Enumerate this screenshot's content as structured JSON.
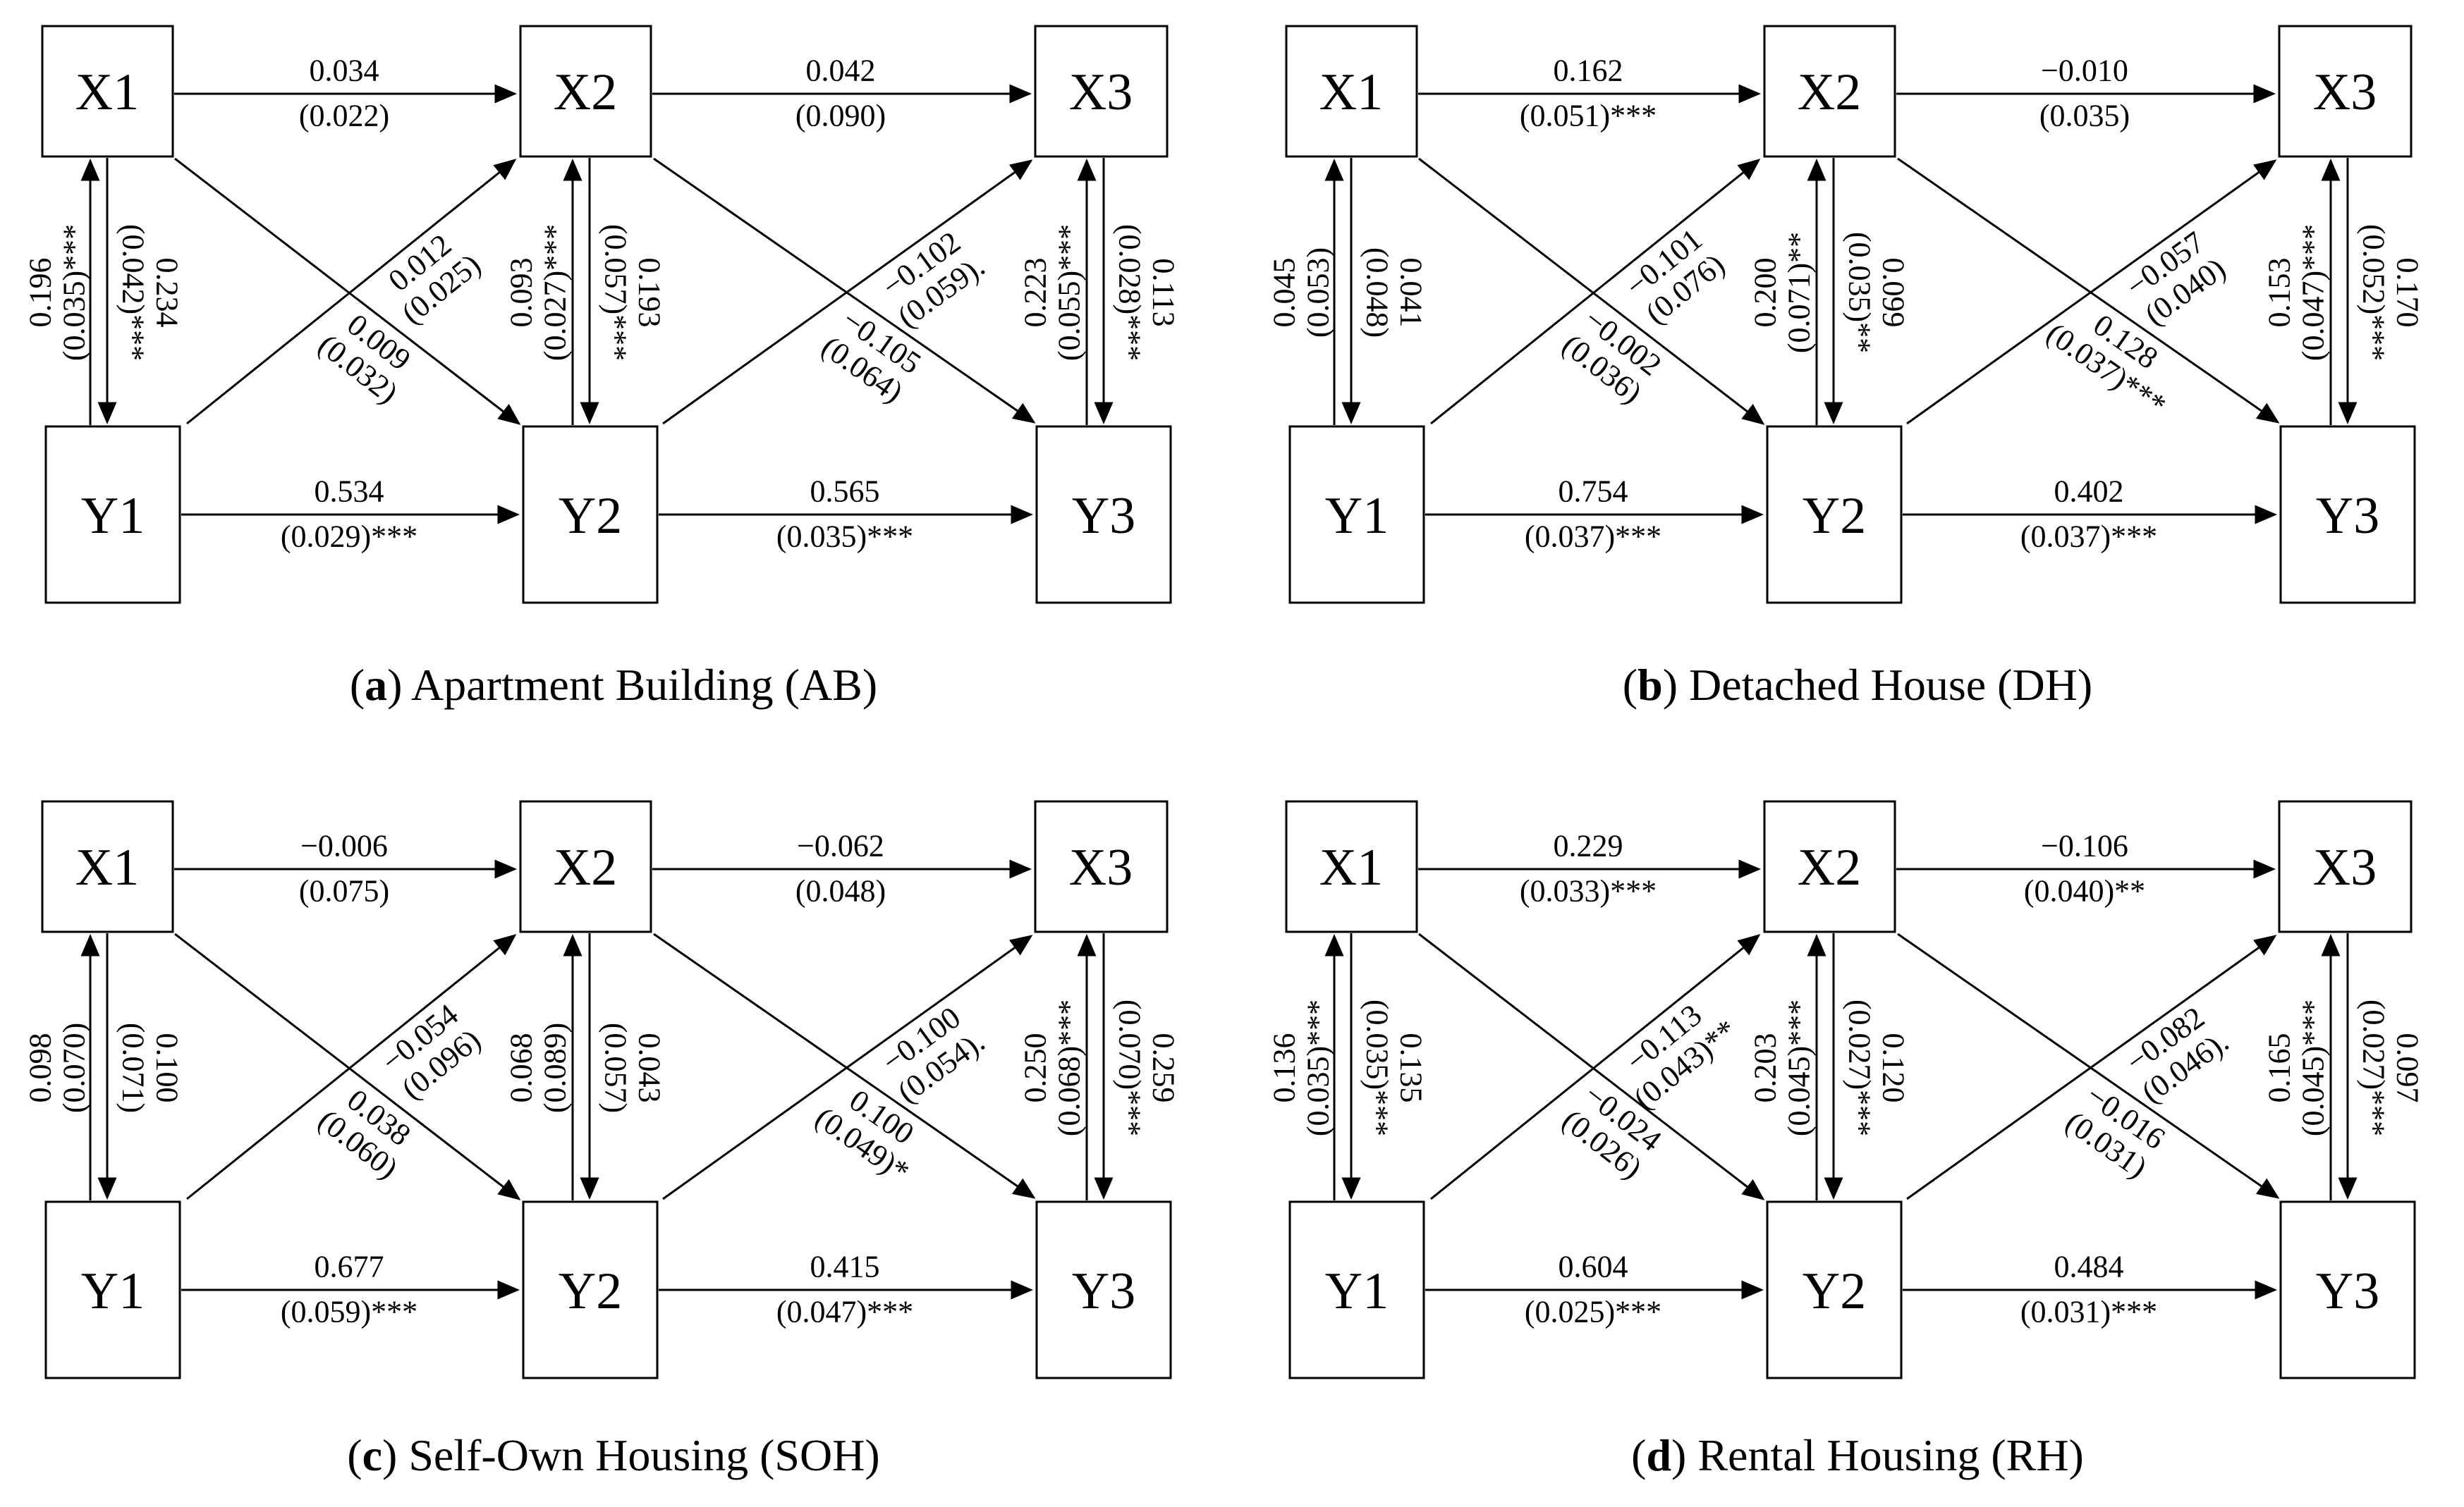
{
  "figure": {
    "panels": [
      {
        "caption": {
          "open": "(",
          "letter": "a",
          "close": ") ",
          "title": "Apartment Building (AB)"
        },
        "nodes": {
          "x1": "X1",
          "x2": "X2",
          "x3": "X3",
          "y1": "Y1",
          "y2": "Y2",
          "y3": "Y3"
        },
        "edges": {
          "x1_x2": {
            "val": "0.034",
            "se": "(0.022)"
          },
          "x2_x3": {
            "val": "0.042",
            "se": "(0.090)"
          },
          "y1_y2": {
            "val": "0.534",
            "se": "(0.029)***"
          },
          "y2_y3": {
            "val": "0.565",
            "se": "(0.035)***"
          },
          "y1_x1_up": {
            "val": "0.196",
            "se": "(0.035)***"
          },
          "x1_y1_down": {
            "val": "0.234",
            "se": "(0.042)***"
          },
          "y2_x2_up": {
            "val": "0.093",
            "se": "(0.027)***"
          },
          "x2_y2_down": {
            "val": "0.193",
            "se": "(0.057)***"
          },
          "y3_x3_up": {
            "val": "0.223",
            "se": "(0.055)***"
          },
          "x3_y3_down": {
            "val": "0.113",
            "se": "(0.028)***"
          },
          "y1_x2_diag": {
            "val": "0.012",
            "se": "(0.025)"
          },
          "x1_y2_diag": {
            "val": "0.009",
            "se": "(0.032)"
          },
          "y2_x3_diag": {
            "val": "−0.102",
            "se": "(0.059)."
          },
          "x2_y3_diag": {
            "val": "−0.105",
            "se": "(0.064)"
          }
        }
      },
      {
        "caption": {
          "open": "(",
          "letter": "b",
          "close": ") ",
          "title": "Detached House (DH)"
        },
        "nodes": {
          "x1": "X1",
          "x2": "X2",
          "x3": "X3",
          "y1": "Y1",
          "y2": "Y2",
          "y3": "Y3"
        },
        "edges": {
          "x1_x2": {
            "val": "0.162",
            "se": "(0.051)***"
          },
          "x2_x3": {
            "val": "−0.010",
            "se": "(0.035)"
          },
          "y1_y2": {
            "val": "0.754",
            "se": "(0.037)***"
          },
          "y2_y3": {
            "val": "0.402",
            "se": "(0.037)***"
          },
          "y1_x1_up": {
            "val": "0.045",
            "se": "(0.053)"
          },
          "x1_y1_down": {
            "val": "0.041",
            "se": "(0.048)"
          },
          "y2_x2_up": {
            "val": "0.200",
            "se": "(0.071)**"
          },
          "x2_y2_down": {
            "val": "0.099",
            "se": "(0.035)**"
          },
          "y3_x3_up": {
            "val": "0.153",
            "se": "(0.047)***"
          },
          "x3_y3_down": {
            "val": "0.170",
            "se": "(0.052)***"
          },
          "y1_x2_diag": {
            "val": "−0.101",
            "se": "(0.076)"
          },
          "x1_y2_diag": {
            "val": "−0.002",
            "se": "(0.036)"
          },
          "y2_x3_diag": {
            "val": "−0.057",
            "se": "(0.040)"
          },
          "x2_y3_diag": {
            "val": "0.128",
            "se": "(0.037)***"
          }
        }
      },
      {
        "caption": {
          "open": "(",
          "letter": "c",
          "close": ") ",
          "title": "Self-Own Housing (SOH)"
        },
        "nodes": {
          "x1": "X1",
          "x2": "X2",
          "x3": "X3",
          "y1": "Y1",
          "y2": "Y2",
          "y3": "Y3"
        },
        "edges": {
          "x1_x2": {
            "val": "−0.006",
            "se": "(0.075)"
          },
          "x2_x3": {
            "val": "−0.062",
            "se": "(0.048)"
          },
          "y1_y2": {
            "val": "0.677",
            "se": "(0.059)***"
          },
          "y2_y3": {
            "val": "0.415",
            "se": "(0.047)***"
          },
          "y1_x1_up": {
            "val": "0.098",
            "se": "(0.070)"
          },
          "x1_y1_down": {
            "val": "0.100",
            "se": "(0.071)"
          },
          "y2_x2_up": {
            "val": "0.068",
            "se": "(0.089)"
          },
          "x2_y2_down": {
            "val": "0.043",
            "se": "(0.057)"
          },
          "y3_x3_up": {
            "val": "0.250",
            "se": "(0.068)***"
          },
          "x3_y3_down": {
            "val": "0.259",
            "se": "(0.070)***"
          },
          "y1_x2_diag": {
            "val": "−0.054",
            "se": "(0.096)"
          },
          "x1_y2_diag": {
            "val": "0.038",
            "se": "(0.060)"
          },
          "y2_x3_diag": {
            "val": "−0.100",
            "se": "(0.054)."
          },
          "x2_y3_diag": {
            "val": "0.100",
            "se": "(0.049)*"
          }
        }
      },
      {
        "caption": {
          "open": "(",
          "letter": "d",
          "close": ") ",
          "title": "Rental Housing (RH)"
        },
        "nodes": {
          "x1": "X1",
          "x2": "X2",
          "x3": "X3",
          "y1": "Y1",
          "y2": "Y2",
          "y3": "Y3"
        },
        "edges": {
          "x1_x2": {
            "val": "0.229",
            "se": "(0.033)***"
          },
          "x2_x3": {
            "val": "−0.106",
            "se": "(0.040)**"
          },
          "y1_y2": {
            "val": "0.604",
            "se": "(0.025)***"
          },
          "y2_y3": {
            "val": "0.484",
            "se": "(0.031)***"
          },
          "y1_x1_up": {
            "val": "0.136",
            "se": "(0.035)***"
          },
          "x1_y1_down": {
            "val": "0.135",
            "se": "(0.035)***"
          },
          "y2_x2_up": {
            "val": "0.203",
            "se": "(0.045)***"
          },
          "x2_y2_down": {
            "val": "0.120",
            "se": "(0.027)***"
          },
          "y3_x3_up": {
            "val": "0.165",
            "se": "(0.045)***"
          },
          "x3_y3_down": {
            "val": "0.097",
            "se": "(0.027)***"
          },
          "y1_x2_diag": {
            "val": "−0.113",
            "se": "(0.043)**"
          },
          "x1_y2_diag": {
            "val": "−0.024",
            "se": "(0.026)"
          },
          "y2_x3_diag": {
            "val": "−0.082",
            "se": "(0.046)."
          },
          "x2_y3_diag": {
            "val": "−0.016",
            "se": "(0.031)"
          }
        }
      }
    ]
  }
}
